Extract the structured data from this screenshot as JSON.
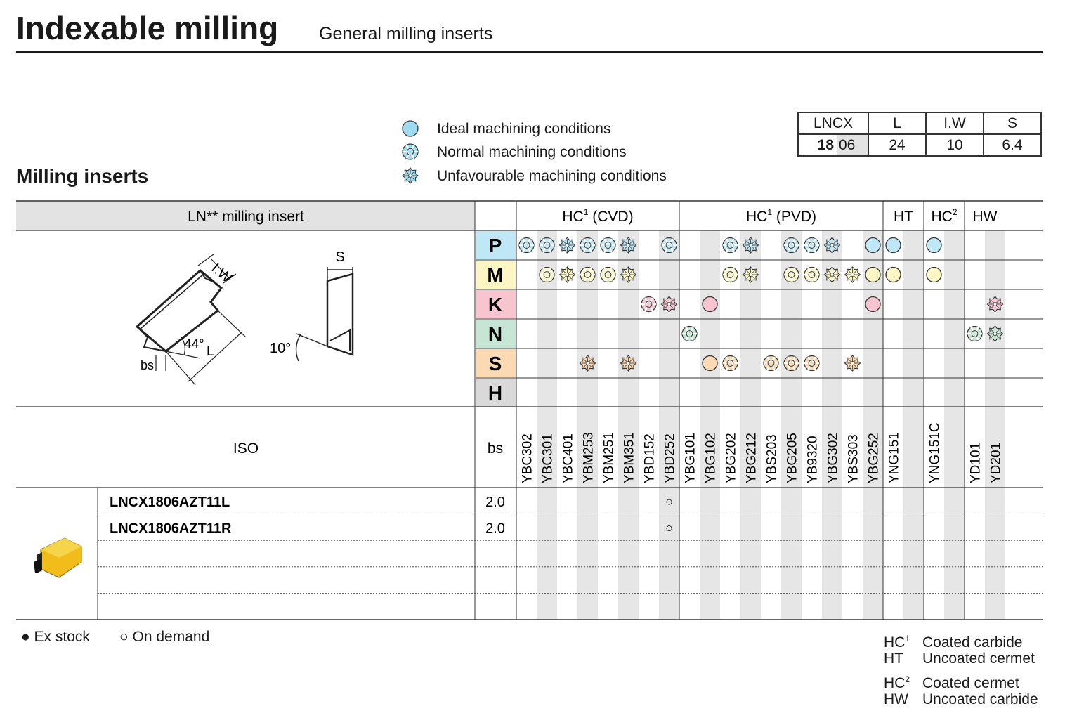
{
  "header": {
    "title": "Indexable milling",
    "subtitle": "General milling inserts"
  },
  "section_title": "Milling inserts",
  "legend": [
    {
      "icon": "ideal-circle-icon",
      "label": "Ideal machining conditions"
    },
    {
      "icon": "normal-flower-icon",
      "label": "Normal machining conditions"
    },
    {
      "icon": "unfavourable-star-icon",
      "label": "Unfavourable machining conditions"
    }
  ],
  "dimension_table": {
    "headers": [
      "LNCX",
      "L",
      "I.W",
      "S"
    ],
    "values": {
      "size_a": "18",
      "size_b": "06",
      "L": "24",
      "IW": "10",
      "S": "6.4"
    }
  },
  "table": {
    "title_cell": "LN** milling insert",
    "iso_label": "ISO",
    "bs_label": "bs",
    "groups": [
      {
        "label": "HC",
        "sup": "1",
        "suffix": " (CVD)"
      },
      {
        "label": "HC",
        "sup": "1",
        "suffix": " (PVD)"
      },
      {
        "label": "HT",
        "sup": "",
        "suffix": ""
      },
      {
        "label": "HC",
        "sup": "2",
        "suffix": ""
      },
      {
        "label": "HW",
        "sup": "",
        "suffix": ""
      }
    ],
    "grades": [
      "YBC302",
      "YBC301",
      "YBC401",
      "YBM253",
      "YBM251",
      "YBM351",
      "YBD152",
      "YBD252",
      "YBG101",
      "YBG102",
      "YBG202",
      "YBG212",
      "YBS203",
      "YBG205",
      "YB9320",
      "YBG302",
      "YBS303",
      "YBG252",
      "YNG151",
      "",
      "YNG151C",
      "",
      "YD101",
      "YD201"
    ],
    "materials": [
      {
        "code": "P",
        "color": "#5bc4ea",
        "light": "#bfe7f6"
      },
      {
        "code": "M",
        "color": "#f2e36f",
        "light": "#fbf6c4"
      },
      {
        "code": "K",
        "color": "#ee7b96",
        "light": "#f7c4d0"
      },
      {
        "code": "N",
        "color": "#5db98b",
        "light": "#c5e6d4"
      },
      {
        "code": "S",
        "color": "#f5a95b",
        "light": "#fbd9b2"
      },
      {
        "code": "H",
        "color": "#d0d0d0",
        "light": "#ffffff"
      }
    ],
    "marks": {
      "P": [
        "n",
        "n",
        "u",
        "n",
        "n",
        "u",
        "",
        "n",
        "",
        "",
        "n",
        "u",
        "",
        "n",
        "n",
        "u",
        "",
        "i",
        "i",
        "",
        "i",
        "",
        "",
        ""
      ],
      "M": [
        "",
        "n",
        "u",
        "n",
        "n",
        "u",
        "",
        "",
        "",
        "",
        "n",
        "u",
        "",
        "n",
        "n",
        "u",
        "u",
        "i",
        "i",
        "",
        "i",
        "",
        "",
        ""
      ],
      "K": [
        "",
        "",
        "",
        "",
        "",
        "",
        "n",
        "u",
        "",
        "i",
        "",
        "",
        "",
        "",
        "",
        "",
        "",
        "i",
        "",
        "",
        "",
        "",
        "",
        "u"
      ],
      "N": [
        "",
        "",
        "",
        "",
        "",
        "",
        "",
        "",
        "n",
        "",
        "",
        "",
        "",
        "",
        "",
        "",
        "",
        "",
        "",
        "",
        "",
        "",
        "n",
        "u"
      ],
      "S": [
        "",
        "",
        "",
        "u",
        "",
        "u",
        "",
        "",
        "",
        "i",
        "n",
        "",
        "n",
        "n",
        "n",
        "",
        "u",
        "",
        "",
        "",
        "",
        "",
        "",
        ""
      ],
      "H": [
        "",
        "",
        "",
        "",
        "",
        "",
        "",
        "",
        "",
        "",
        "",
        "",
        "",
        "",
        "",
        "",
        "",
        "",
        "",
        "",
        "",
        "",
        "",
        ""
      ]
    },
    "diagram_labels": {
      "iw": "I.W",
      "angle": "44°",
      "l": "L",
      "bs": "bs",
      "s": "S",
      "clearance": "10°"
    },
    "rows": [
      {
        "code": "LNCX1806AZT11L",
        "bs": "2.0",
        "availability_symbol": "○"
      },
      {
        "code": "LNCX1806AZT11R",
        "bs": "2.0",
        "availability_symbol": "○"
      },
      {
        "code": "",
        "bs": "",
        "availability_symbol": ""
      },
      {
        "code": "",
        "bs": "",
        "availability_symbol": ""
      },
      {
        "code": "",
        "bs": "",
        "availability_symbol": ""
      }
    ]
  },
  "stock_legend": {
    "ex_stock": "● Ex stock",
    "on_demand": "○ On demand"
  },
  "grade_legend": [
    {
      "code": "HC",
      "sup": "1",
      "desc": "Coated carbide"
    },
    {
      "code": "HT",
      "sup": "",
      "desc": "Uncoated cermet"
    },
    {
      "code": "HC",
      "sup": "2",
      "desc": "Coated cermet"
    },
    {
      "code": "HW",
      "sup": "",
      "desc": "Uncoated carbide"
    }
  ]
}
